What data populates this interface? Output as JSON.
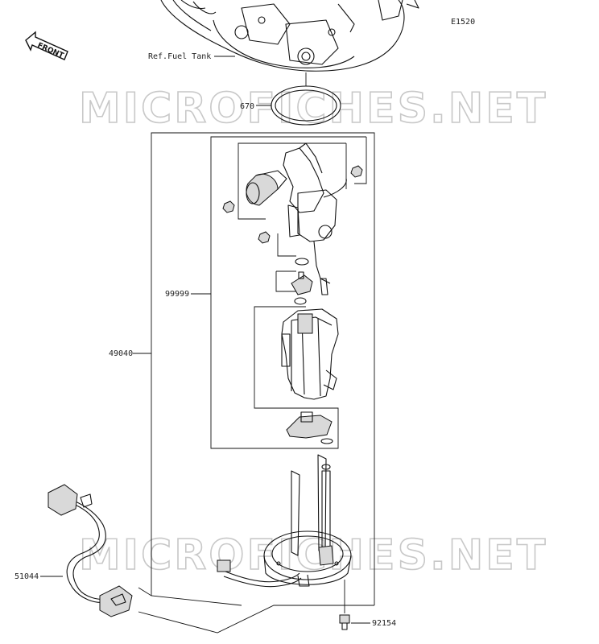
{
  "diagram_id": "E1520",
  "front_label": "FRONT",
  "watermark": "MICROFICHES.NET",
  "callouts": {
    "ref_fuel_tank": "Ref.Fuel Tank",
    "p670": "670",
    "p99999": "99999",
    "p49040": "49040",
    "p51044": "51044",
    "p92154": "92154"
  }
}
